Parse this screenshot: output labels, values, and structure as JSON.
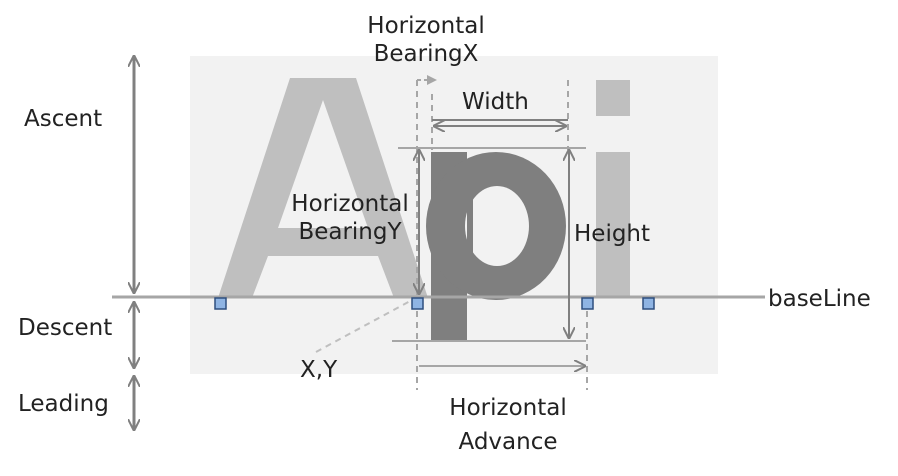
{
  "sample_text": {
    "A": "A",
    "p": "p",
    "i": "i"
  },
  "labels": {
    "horizontal_bearing_x": [
      "Horizontal",
      "BearingX"
    ],
    "width": "Width",
    "ascent": "Ascent",
    "horizontal_bearing_y": [
      "Horizontal",
      "BearingY"
    ],
    "height": "Height",
    "baseline": "baseLine",
    "descent": "Descent",
    "leading": "Leading",
    "origin": "X,Y",
    "horizontal_advance": [
      "Horizontal",
      "Advance"
    ]
  },
  "colors": {
    "panel": "#f2f2f2",
    "glyph_light": "#bfbfbf",
    "glyph_dark": "#7f7f7f",
    "line": "#a6a6a6",
    "arrow": "#808080",
    "marker": "#8fb4e3",
    "text": "#222222"
  }
}
